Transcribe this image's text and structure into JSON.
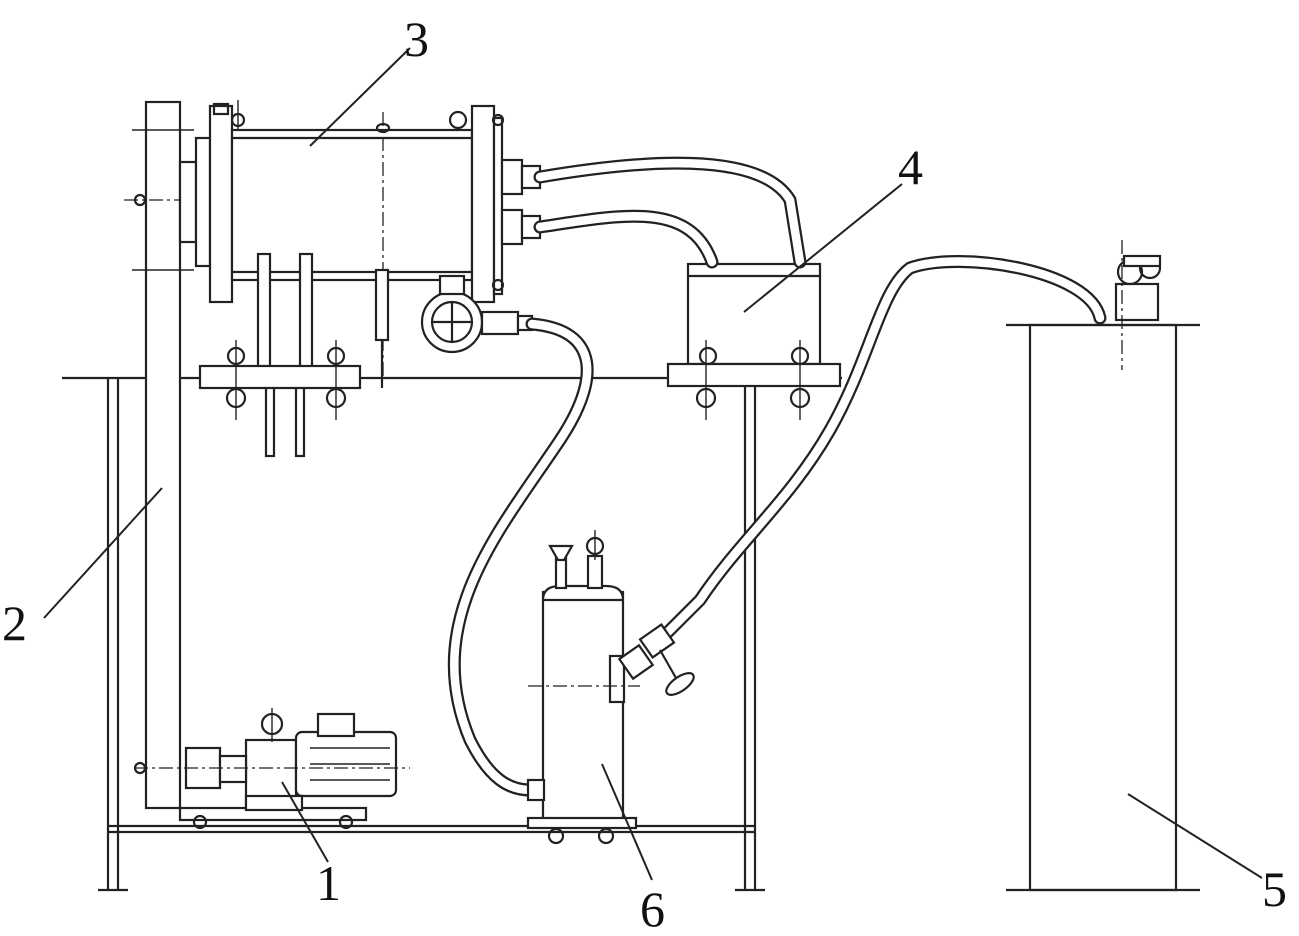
{
  "labels": {
    "l1": "1",
    "l2": "2",
    "l3": "3",
    "l4": "4",
    "l5": "5",
    "l6": "6"
  },
  "colors": {
    "line": "#222222",
    "background": "#ffffff"
  }
}
